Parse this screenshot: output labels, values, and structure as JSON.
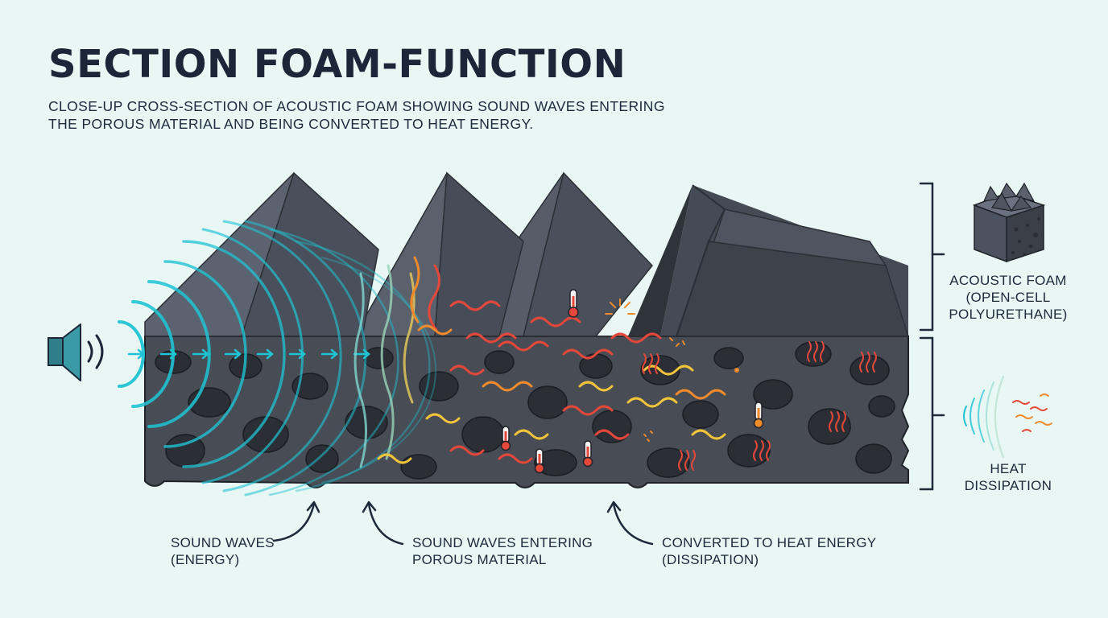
{
  "header": {
    "title": "SECTION FOAM-FUNCTION",
    "subtitle_line1": "CLOSE-UP CROSS-SECTION OF ACOUSTIC FOAM SHOWING SOUND WAVES ENTERING",
    "subtitle_line2": "THE POROUS MATERIAL AND BEING CONVERTED TO HEAT ENERGY."
  },
  "callouts": {
    "sound_waves": {
      "line1": "SOUND WAVES",
      "line2": "(ENERGY)"
    },
    "entering": {
      "line1": "SOUND WAVES ENTERING",
      "line2": "POROUS MATERIAL"
    },
    "converted": {
      "line1": "CONVERTED TO HEAT ENERGY",
      "line2": "(DISSIPATION)"
    }
  },
  "legend": {
    "foam": {
      "line1": "ACOUSTIC FOAM",
      "line2": "(OPEN-CELL",
      "line3": "POLYURETHANE)"
    },
    "heat": {
      "line1": "HEAT",
      "line2": "DISSIPATION"
    }
  },
  "icons": [
    "speaker-icon",
    "thermometer-icon",
    "foam-block-icon",
    "heat-dissipation-icon"
  ],
  "colors": {
    "background": "#e8f6f4",
    "foam_dark": "#3a3e45",
    "foam_face": "#4b5563",
    "wave": "#1fc3d3",
    "heat_red": "#e5483a",
    "heat_orange": "#f08a2c",
    "heat_yellow": "#f2c43a",
    "text": "#1d2a3b"
  }
}
